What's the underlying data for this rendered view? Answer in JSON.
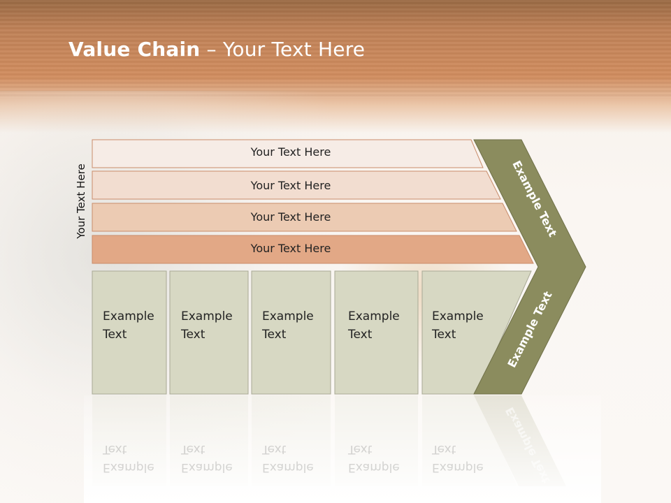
{
  "slide": {
    "title_bold": "Value Chain",
    "title_rest": " – Your Text Here",
    "side_label": "Your Text Here"
  },
  "bars": [
    {
      "label": "Your Text Here"
    },
    {
      "label": "Your Text Here"
    },
    {
      "label": "Your Text Here"
    },
    {
      "label": "Your Text Here"
    }
  ],
  "boxes": [
    {
      "line1": "Example",
      "line2": "Text"
    },
    {
      "line1": "Example",
      "line2": "Text"
    },
    {
      "line1": "Example",
      "line2": "Text"
    },
    {
      "line1": "Example",
      "line2": "Text"
    },
    {
      "line1": "Example",
      "line2": "Text"
    }
  ],
  "chevron": {
    "upper_text": "Example Text",
    "lower_text": "Example Text"
  },
  "colors": {
    "bar1": "#f6ece6",
    "bar2": "#f2ddd0",
    "bar3": "#eccbb3",
    "bar4": "#e2a886",
    "box_fill": "#d7d8c3",
    "chevron_fill": "#8b8c5e"
  }
}
